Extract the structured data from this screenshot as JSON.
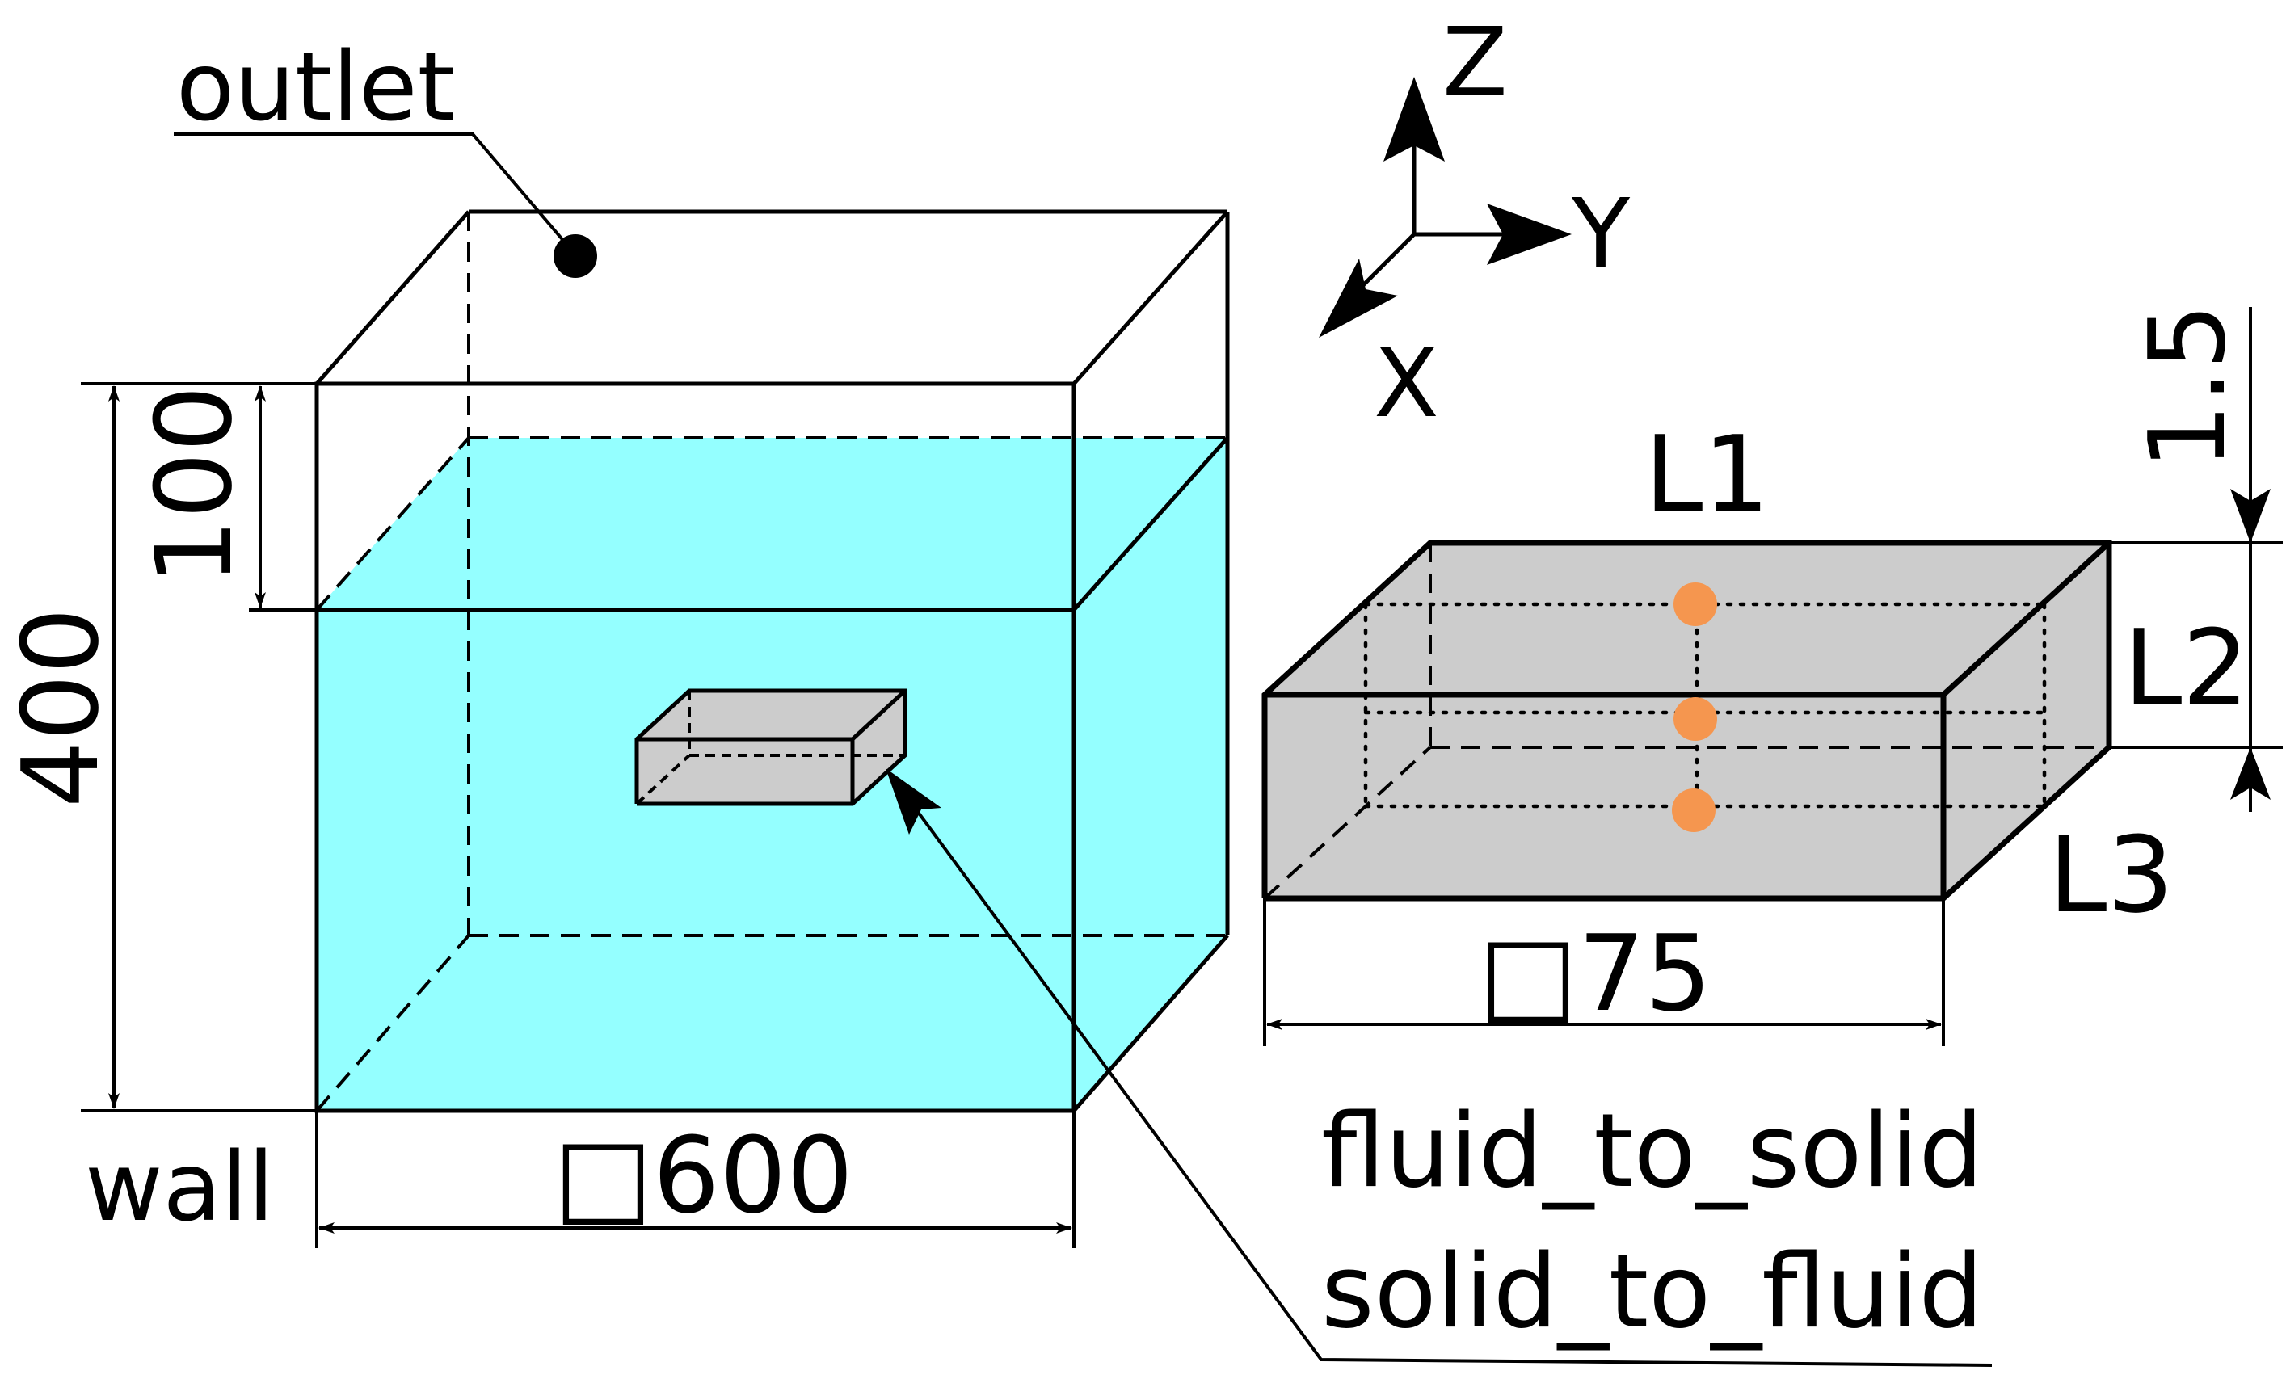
{
  "labels": {
    "outlet": "outlet",
    "wall": "wall",
    "height_total": "400",
    "height_gap": "100",
    "width_domain": "□600",
    "width_solid": "□75",
    "thickness": "1.5",
    "probe_L1": "L1",
    "probe_L2": "L2",
    "probe_L3": "L3",
    "interface_1": "fluid_to_solid",
    "interface_2": "solid_to_fluid"
  },
  "axes": {
    "z": "Z",
    "y": "Y",
    "x": "X"
  },
  "colors": {
    "fluid": "#94ffff",
    "solid": "#cccccc",
    "probe": "#f5964f",
    "line": "#000000"
  }
}
